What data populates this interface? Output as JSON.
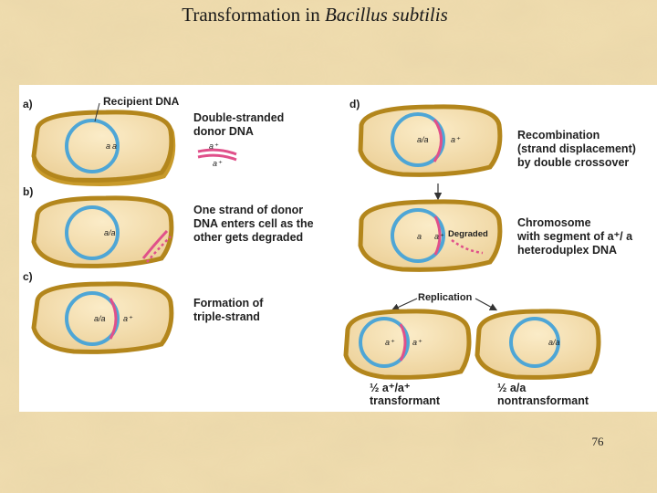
{
  "slide": {
    "title_prefix": "Transformation in ",
    "title_species": "Bacillus subtilis",
    "page_number": "76"
  },
  "diagram": {
    "panels": {
      "a": {
        "tag": "a)",
        "pointer_label": "Recipient DNA",
        "caption": [
          "Double-stranded",
          "donor DNA"
        ]
      },
      "b": {
        "tag": "b)",
        "caption": [
          "One strand of donor",
          "DNA enters cell as the",
          "other gets degraded"
        ]
      },
      "c": {
        "tag": "c)",
        "caption": [
          "Formation of",
          "triple-strand"
        ]
      },
      "d": {
        "tag": "d)",
        "caption": [
          "Recombination",
          "(strand displacement)",
          "by double crossover"
        ]
      },
      "chromosome": {
        "caption": [
          "Chromosome",
          "with segment of a⁺/ a",
          "heteroduplex DNA"
        ],
        "degraded_label": "Degraded"
      },
      "replication_label": "Replication",
      "outcomes": {
        "left": {
          "fraction": "½ a⁺/a⁺",
          "label": "transformant"
        },
        "right": {
          "fraction": "½ a/a",
          "label": "nontransformant"
        }
      }
    },
    "alleles": {
      "a": "a",
      "a_plus": "a⁺",
      "a_over_a": "a/a",
      "a_plus_over_a": "a⁺/ a"
    },
    "colors": {
      "cell_wall": "#c89a2a",
      "cell_fill": "#f4dfb2",
      "chromosome": "#4ea6d6",
      "donor_strand": "#e0508a"
    }
  }
}
